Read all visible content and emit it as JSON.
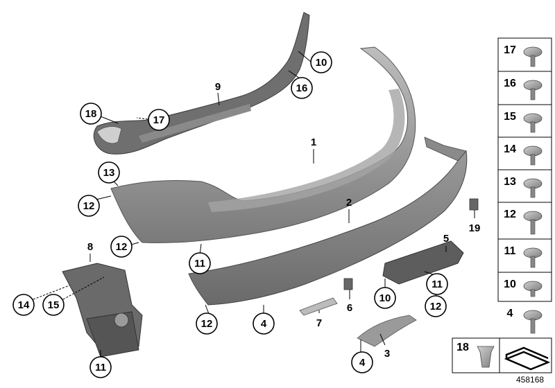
{
  "diagram": {
    "reference_number": "458168",
    "callouts": [
      {
        "id": "c1",
        "label": "1"
      },
      {
        "id": "c2",
        "label": "2"
      },
      {
        "id": "c3",
        "label": "3"
      },
      {
        "id": "c4a",
        "label": "4"
      },
      {
        "id": "c4b",
        "label": "4"
      },
      {
        "id": "c5",
        "label": "5"
      },
      {
        "id": "c6",
        "label": "6"
      },
      {
        "id": "c7",
        "label": "7"
      },
      {
        "id": "c8",
        "label": "8"
      },
      {
        "id": "c9",
        "label": "9"
      },
      {
        "id": "c10a",
        "label": "10"
      },
      {
        "id": "c10b",
        "label": "10"
      },
      {
        "id": "c11a",
        "label": "11"
      },
      {
        "id": "c11b",
        "label": "11"
      },
      {
        "id": "c11c",
        "label": "11"
      },
      {
        "id": "c12a",
        "label": "12"
      },
      {
        "id": "c12b",
        "label": "12"
      },
      {
        "id": "c12c",
        "label": "12"
      },
      {
        "id": "c12d",
        "label": "12"
      },
      {
        "id": "c13",
        "label": "13"
      },
      {
        "id": "c14",
        "label": "14"
      },
      {
        "id": "c15",
        "label": "15"
      },
      {
        "id": "c16",
        "label": "16"
      },
      {
        "id": "c17",
        "label": "17"
      },
      {
        "id": "c18",
        "label": "18"
      },
      {
        "id": "c19",
        "label": "19"
      }
    ],
    "hardware_panel": [
      {
        "label": "17",
        "part": "hex-bolt-with-washer"
      },
      {
        "label": "16",
        "part": "hex-nut"
      },
      {
        "label": "15",
        "part": "flange-nut"
      },
      {
        "label": "14",
        "part": "expanding-rivet"
      },
      {
        "label": "13",
        "part": "spreader-clip"
      },
      {
        "label": "12",
        "part": "plastic-screw"
      },
      {
        "label": "11",
        "part": "spring-clip"
      },
      {
        "label": "10",
        "part": "collar-screw"
      },
      {
        "label": "4",
        "part": "pin"
      },
      {
        "label": "18",
        "part": "expanding-nut"
      }
    ],
    "colors": {
      "part_fill": "#8f8f8f",
      "part_dark": "#5f5f5f",
      "part_light": "#b8b8b8",
      "line": "#000000"
    }
  }
}
